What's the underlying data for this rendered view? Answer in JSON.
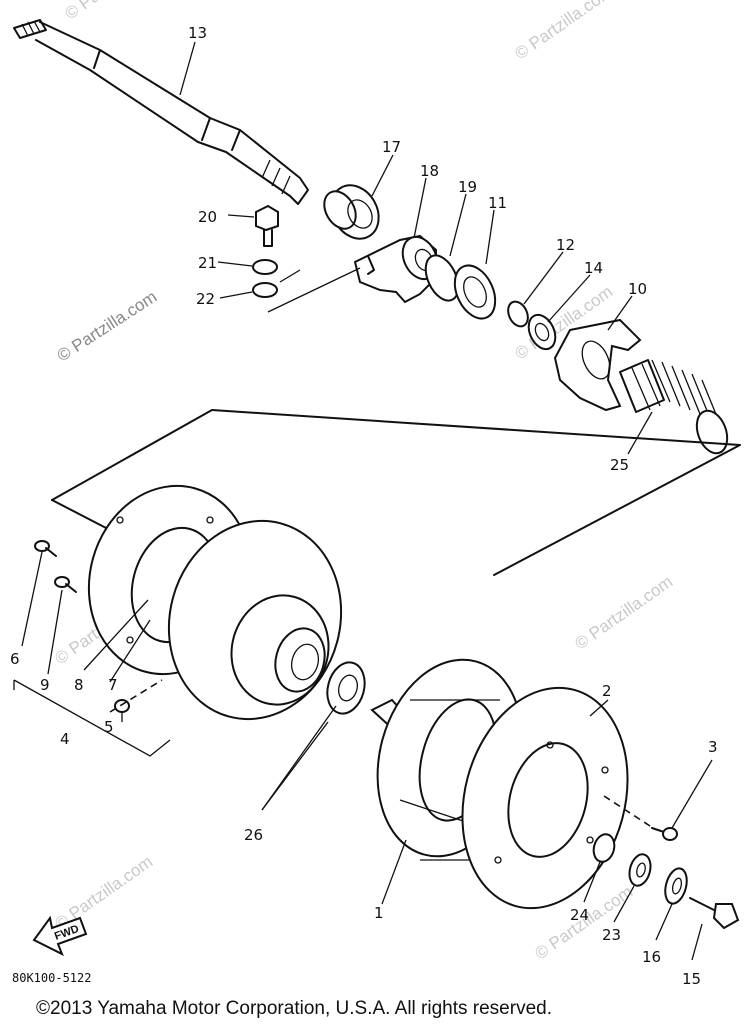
{
  "diagram": {
    "part_numbers": [
      "1",
      "2",
      "3",
      "4",
      "5",
      "6",
      "7",
      "8",
      "9",
      "10",
      "11",
      "12",
      "13",
      "14",
      "15",
      "16",
      "17",
      "18",
      "19",
      "20",
      "21",
      "22",
      "23",
      "24",
      "25",
      "26"
    ],
    "watermark_text": "© Partzilla.com",
    "drawing_code": "80K100-5122",
    "forward_label": "FWD",
    "copyright": "©2013  Yamaha Motor Corporation, U.S.A. All rights reserved."
  }
}
